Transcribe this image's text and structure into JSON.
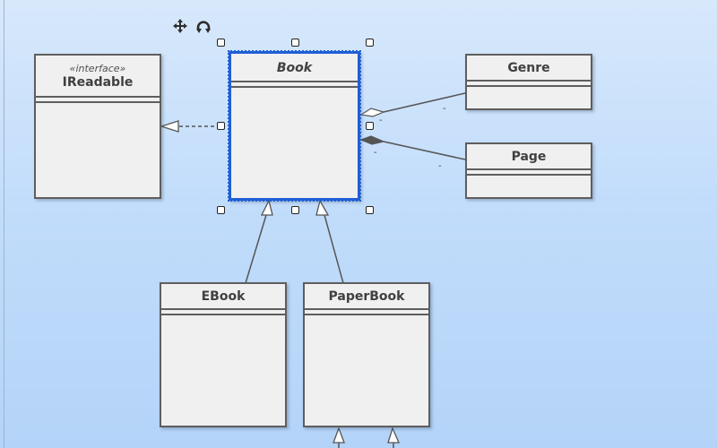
{
  "classes": {
    "ireadable": {
      "stereotype": "«interface»",
      "name": "IReadable"
    },
    "book": {
      "name": "Book"
    },
    "genre": {
      "name": "Genre"
    },
    "page": {
      "name": "Page"
    },
    "ebook": {
      "name": "EBook"
    },
    "paperbook": {
      "name": "PaperBook"
    }
  },
  "multiplicities": {
    "genre_near_book": "-",
    "genre_near_genre": "-",
    "page_near_book": "-",
    "page_near_page": "-"
  },
  "icons": {
    "move": "move-icon",
    "rotate": "rotate-icon"
  },
  "colors": {
    "selection": "#1f5fd6",
    "class_fill": "#f0f0f0",
    "class_border": "#5e5e5e"
  }
}
